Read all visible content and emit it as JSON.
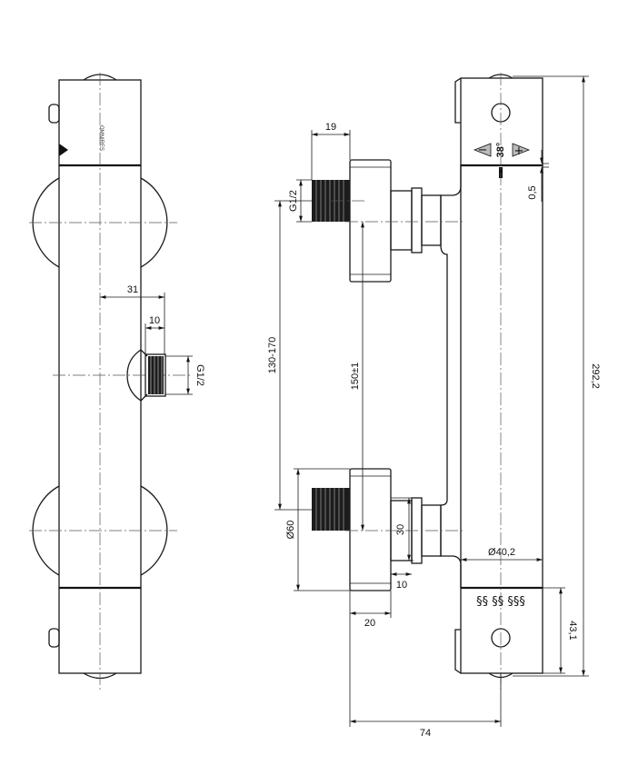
{
  "dimensions": {
    "d_31": "31",
    "d_10_side": "10",
    "d_g12_side": "G1/2",
    "d_19": "19",
    "d_g12_front": "G1/2",
    "d_130_170": "130-170",
    "d_150": "150±1",
    "d_60": "Ø60",
    "d_30": "30",
    "d_10_front": "10",
    "d_20": "20",
    "d_74": "74",
    "d_402": "Ø40,2",
    "d_05": "0,5",
    "d_2922": "292,2",
    "d_431": "43,1"
  },
  "labels": {
    "temp_38": "38°",
    "minus": "−",
    "plus": "+",
    "flow_symbols": "§§ §§ §§§",
    "side_logo": "OMNIRES"
  }
}
